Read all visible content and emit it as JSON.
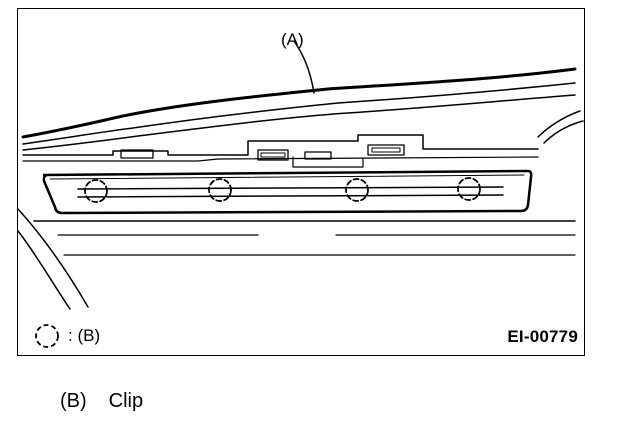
{
  "figure": {
    "callout_a": "(A)",
    "legend_text": ": (B)",
    "figure_code": "EI-00779"
  },
  "caption": {
    "letter": "(B)",
    "text": "Clip"
  }
}
